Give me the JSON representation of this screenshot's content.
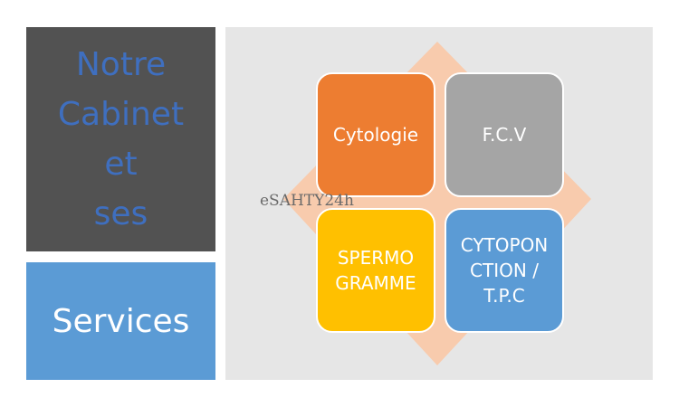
{
  "left_panel": {
    "title": "Notre\nCabinet\net\nses",
    "services_label": "Services"
  },
  "matrix": {
    "tiles": [
      {
        "label": "Cytologie",
        "color": "#ed7d31"
      },
      {
        "label": "F.C.V",
        "color": "#a5a5a5"
      },
      {
        "label": "SPERMO\nGRAMME",
        "color": "#ffc000"
      },
      {
        "label": "CYTOPON\nCTION /\nT.P.C",
        "color": "#5b9bd5"
      }
    ],
    "diamond_color": "#f8cbad"
  },
  "watermark": "eSAHTY24h"
}
